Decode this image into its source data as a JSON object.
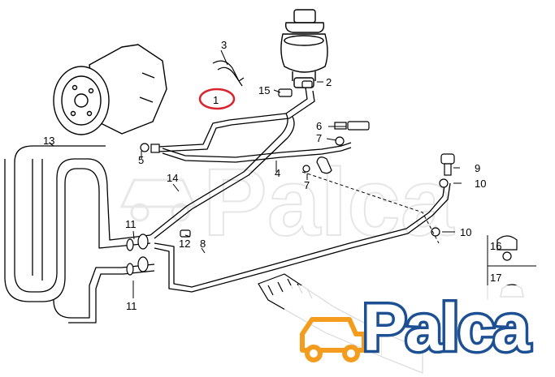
{
  "callouts": {
    "c1": "1",
    "c2": "2",
    "c3": "3",
    "c4": "4",
    "c5": "5",
    "c6": "6",
    "c7a": "7",
    "c7b": "7",
    "c8": "8",
    "c9": "9",
    "c10a": "10",
    "c10b": "10",
    "c11a": "11",
    "c11b": "11",
    "c12": "12",
    "c13": "13",
    "c14": "14",
    "c15": "15",
    "c16": "16",
    "c17": "17"
  },
  "watermark": {
    "text": "Palca"
  },
  "logo": {
    "text": "Palca",
    "color": "#1d4f93",
    "accent": "#f39c1e"
  },
  "highlight": {
    "color": "#d9232d",
    "target_part": "1"
  }
}
